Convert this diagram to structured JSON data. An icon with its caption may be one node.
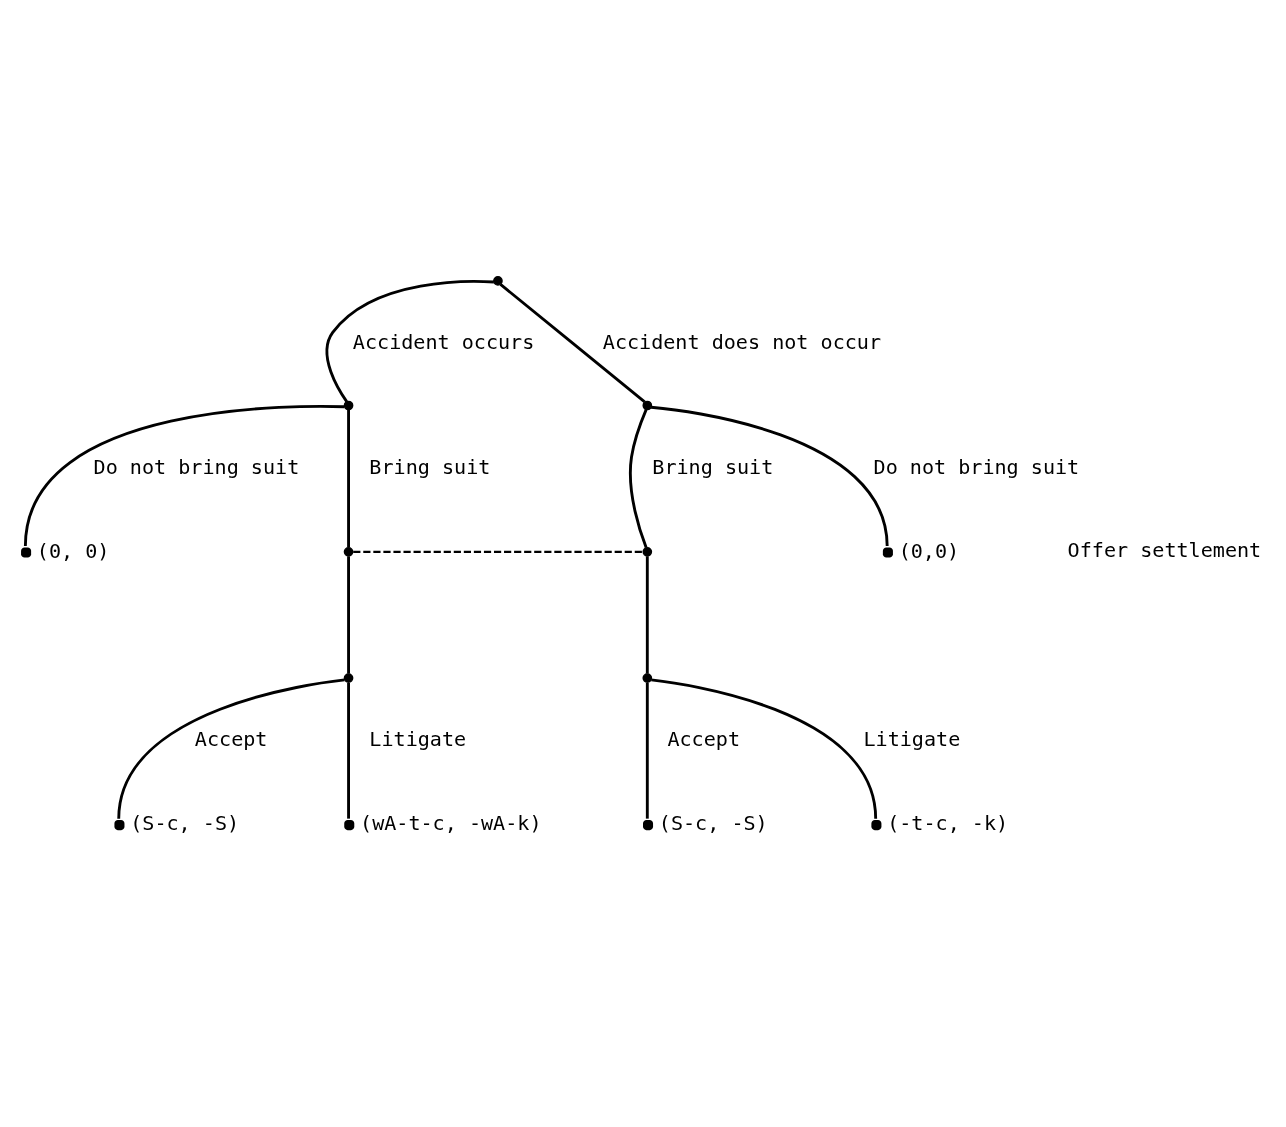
{
  "diagram": {
    "nodes": [
      {
        "text": [],
        "shape": "circle"
      },
      {
        "text": [],
        "shape": "circle"
      },
      {
        "text": [],
        "shape": "circle"
      },
      {
        "text": [],
        "shape": "circle",
        "beside": [
          "(0, 0)"
        ]
      },
      {
        "text": [],
        "shape": "circle"
      },
      {
        "text": [],
        "shape": "circle"
      },
      {
        "text": [],
        "shape": "circle",
        "beside": [
          "(0,0)"
        ]
      },
      {
        "text": [],
        "shape": "circle"
      },
      {
        "text": [],
        "shape": "circle"
      },
      {
        "text": [],
        "shape": "circle",
        "beside": [
          "(S-c, -S)"
        ]
      },
      {
        "text": [],
        "shape": "circle",
        "beside": [
          "(wA-t-c, -wA-k)"
        ]
      },
      {
        "text": [],
        "shape": "circle",
        "beside": [
          "(S-c, -S)"
        ]
      },
      {
        "text": [],
        "shape": "circle",
        "beside": [
          "(-t-c, -k)"
        ]
      }
    ],
    "edges": [
      {
        "from": 0,
        "to": 1,
        "arrow": "none",
        "label": "Accident occurs"
      },
      {
        "from": 0,
        "to": 2,
        "arrow": "none",
        "label": "Accident does not occur"
      },
      {
        "from": 1,
        "to": 4,
        "arrow": "none",
        "label": "Bring suit"
      },
      {
        "from": 1,
        "to": 3,
        "arrow": "none",
        "label": "Do not bring suit"
      },
      {
        "from": 2,
        "to": 5,
        "arrow": "none",
        "label": "Bring suit"
      },
      {
        "from": 2,
        "to": 6,
        "arrow": "none",
        "label": "Do not bring suit"
      },
      {
        "from": 4,
        "to": 5,
        "arrow": "none",
        "style": "dashed"
      },
      {
        "from": 4,
        "to": 7,
        "arrow": "none"
      },
      {
        "from": 5,
        "to": 8,
        "arrow": "none"
      },
      {
        "from": 7,
        "to": 9,
        "arrow": "none",
        "label": "Accept"
      },
      {
        "from": 7,
        "to": 10,
        "arrow": "none",
        "label": "Litigate"
      },
      {
        "from": 8,
        "to": 11,
        "arrow": "none",
        "label": "Accept"
      },
      {
        "from": 8,
        "to": 12,
        "arrow": "none",
        "label": "Litigate"
      }
    ],
    "labels": [
      "Offer settlement"
    ]
  }
}
